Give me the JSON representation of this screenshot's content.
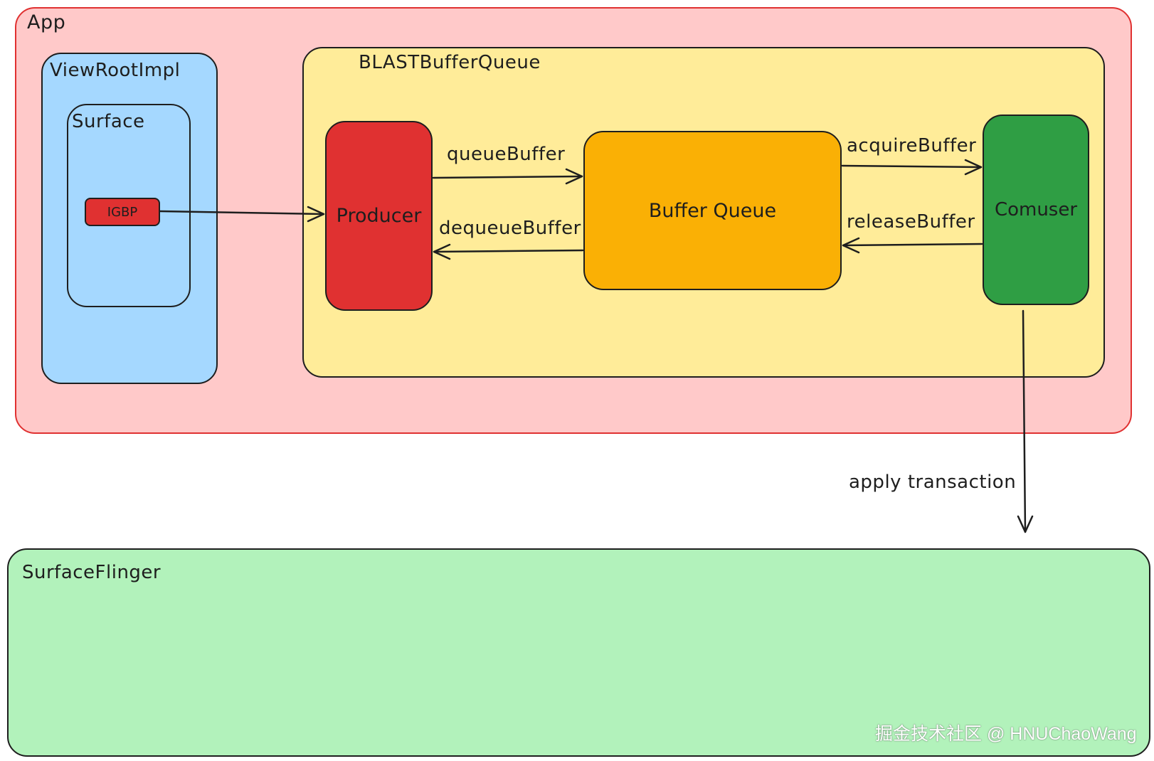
{
  "app": {
    "label": "App"
  },
  "view_root_impl": {
    "label": "ViewRootImpl"
  },
  "surface": {
    "label": "Surface"
  },
  "igbp": {
    "label": "IGBP"
  },
  "blast_buffer_queue": {
    "label": "BLASTBufferQueue"
  },
  "producer": {
    "label": "Producer"
  },
  "buffer_queue": {
    "label": "Buffer Queue"
  },
  "consumer": {
    "label": "Comuser"
  },
  "surface_flinger": {
    "label": "SurfaceFlinger"
  },
  "edges": {
    "queue_buffer": "queueBuffer",
    "dequeue_buffer": "dequeueBuffer",
    "acquire_buffer": "acquireBuffer",
    "release_buffer": "releaseBuffer",
    "apply_transaction": "apply transaction"
  },
  "watermark": "掘金技术社区 @ HNUChaoWang",
  "colors": {
    "app_fill": "#ffc9c9",
    "app_stroke": "#e03131",
    "view_fill": "#a5d8ff",
    "blast_fill": "#ffec99",
    "producer_fill": "#e03131",
    "buffer_queue_fill": "#fab005",
    "consumer_fill": "#2f9e44",
    "flinger_fill": "#b2f2bb"
  }
}
